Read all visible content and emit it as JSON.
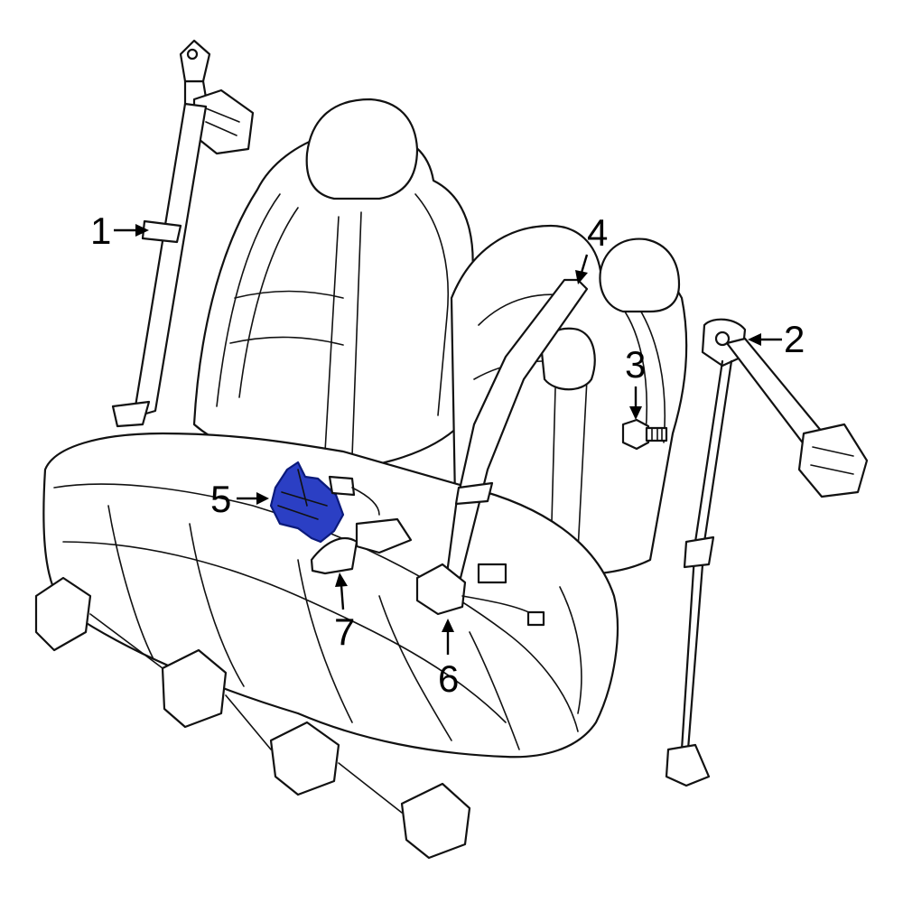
{
  "callouts": [
    {
      "id": "1",
      "label": "1"
    },
    {
      "id": "2",
      "label": "2"
    },
    {
      "id": "3",
      "label": "3"
    },
    {
      "id": "4",
      "label": "4"
    },
    {
      "id": "5",
      "label": "5"
    },
    {
      "id": "6",
      "label": "6"
    },
    {
      "id": "7",
      "label": "7"
    }
  ],
  "colors": {
    "highlight_fill": "#2b3fc4",
    "highlight_stroke": "#0b1a7a",
    "line": "#111111",
    "background": "#ffffff"
  },
  "highlighted_part": "5"
}
